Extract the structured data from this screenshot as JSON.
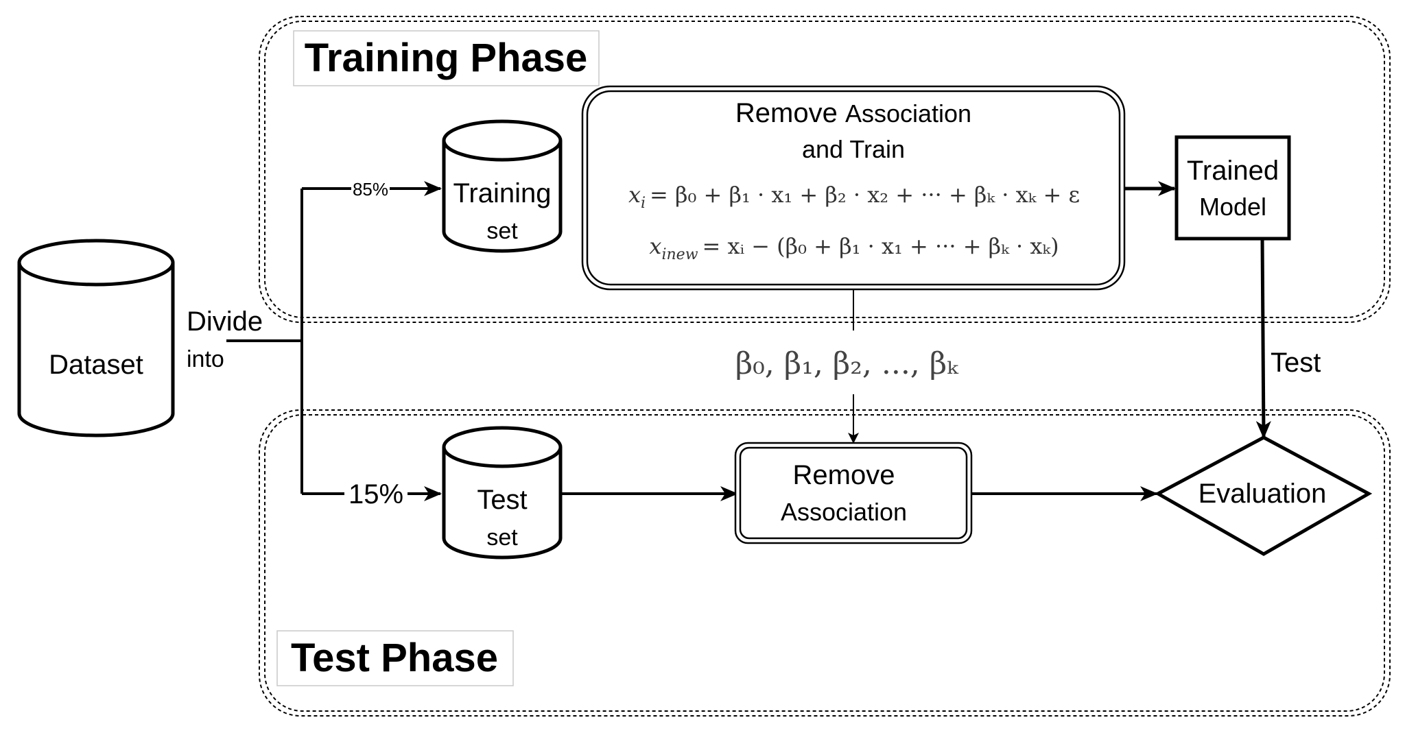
{
  "phases": {
    "training": "Training Phase",
    "test": "Test Phase"
  },
  "dataset": {
    "label": "Dataset"
  },
  "divide": {
    "line1": "Divide",
    "line2": "into"
  },
  "split": {
    "training_pct": "85%",
    "test_pct": "15%"
  },
  "training_set": {
    "line1": "Training",
    "line2": "set"
  },
  "test_set": {
    "line1": "Test",
    "line2": "set"
  },
  "remove_train": {
    "line1_a": "Remove ",
    "line1_b": "Association",
    "line2": "and Train",
    "eq1": {
      "lhs": "x",
      "lhs_sub": "i",
      "rhs": "= β₀ + β₁ · x₁ + β₂ · x₂ + ··· + βₖ · xₖ + ε"
    },
    "eq2": {
      "lhs": "x",
      "lhs_sub": "inew",
      "rhs": "= xᵢ − (β₀ + β₁ · x₁ + ··· + βₖ · xₖ)"
    }
  },
  "trained_model": {
    "line1": "Trained",
    "line2": "Model"
  },
  "coefficients": "β₀, β₁, β₂, ..., βₖ",
  "test_edge": "Test",
  "remove_assoc": {
    "line1": "Remove",
    "line2": "Association"
  },
  "evaluation": {
    "label": "Evaluation"
  }
}
